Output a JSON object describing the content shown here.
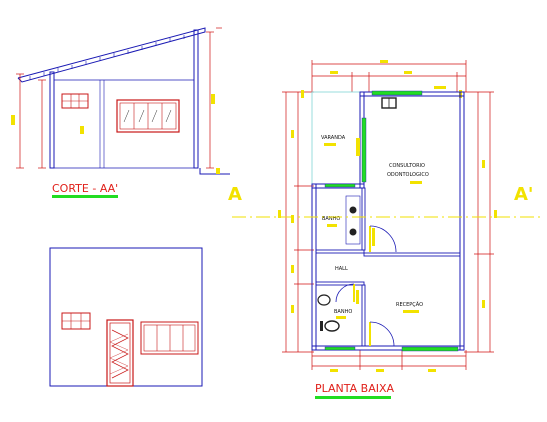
{
  "views": {
    "section_title": "CORTE - AA'",
    "plan_title": "PLANTA BAIXA",
    "cut_marker_left": "A",
    "cut_marker_right": "A'"
  },
  "rooms": {
    "varanda": "VARANDA",
    "consultorio_line1": "CONSULTORIO",
    "consultorio_line2": "ODONTOLOGICO",
    "banho_top": "BANHO",
    "hall": "HALL",
    "banho_bottom": "BANHO",
    "recepcao": "RECEPÇÃO"
  },
  "colors": {
    "wall": "#1a1ab4",
    "dimension": "#d01010",
    "highlight": "#22dd22",
    "tag": "#f2e200",
    "cut_line": "#f2e200",
    "door": "#f2e200",
    "title": "#e0201a"
  }
}
